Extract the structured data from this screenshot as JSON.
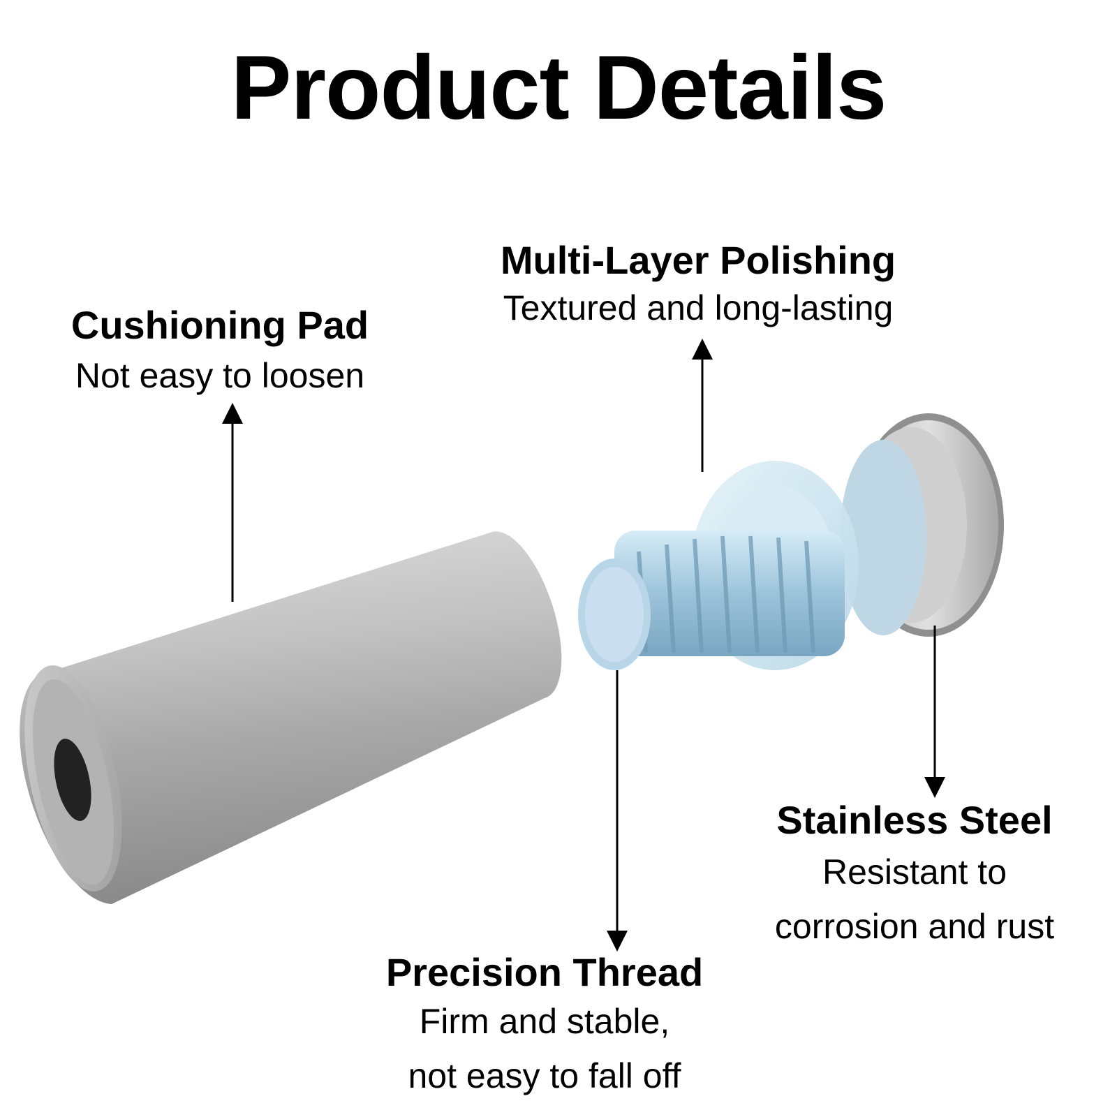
{
  "title": "Product Details",
  "features": {
    "cushioning_pad": {
      "title": "Cushioning Pad",
      "desc": "Not easy to loosen"
    },
    "polishing": {
      "title": "Multi-Layer Polishing",
      "desc": "Textured and long-lasting"
    },
    "stainless": {
      "title": "Stainless Steel",
      "desc_1": "Resistant to",
      "desc_2": "corrosion and rust"
    },
    "thread": {
      "title": "Precision Thread",
      "desc_1": "Firm and stable,",
      "desc_2": "not easy to fall off"
    }
  },
  "colors": {
    "steel": "#c9c9c9",
    "steel_dark": "#8e8e8e",
    "thread": "#a9cde3",
    "washer": "#cfe6f1"
  }
}
